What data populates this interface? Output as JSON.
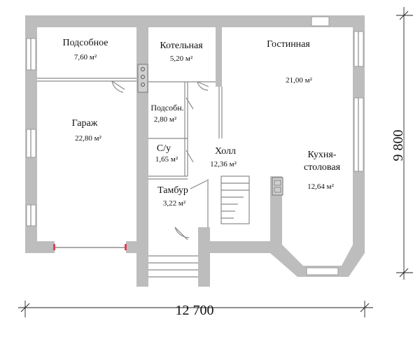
{
  "rooms": [
    {
      "id": "podsobnoe",
      "name": "Подсобное",
      "area": "7,60 м²"
    },
    {
      "id": "kotelnaya",
      "name": "Котельная",
      "area": "5,20 м²"
    },
    {
      "id": "gostinnaya",
      "name": "Гостинная",
      "area": "21,00 м²"
    },
    {
      "id": "podsobn",
      "name": "Подсобн.",
      "area": "2,80 м²"
    },
    {
      "id": "garazh",
      "name": "Гараж",
      "area": "22,80 м²"
    },
    {
      "id": "su",
      "name": "С/у",
      "area": "1,65 м²"
    },
    {
      "id": "holl",
      "name": "Холл",
      "area": "12,36 м²"
    },
    {
      "id": "kuhnya",
      "name_line1": "Кухня-",
      "name_line2": "столовая",
      "area": "12,64 м²"
    },
    {
      "id": "tambur",
      "name": "Тамбур",
      "area": "3,22 м²"
    }
  ],
  "dimensions": {
    "width": "12 700",
    "depth": "9 800"
  },
  "colors": {
    "wall": "#bdbdbd",
    "line": "#222222",
    "accent": "#e0405a"
  }
}
